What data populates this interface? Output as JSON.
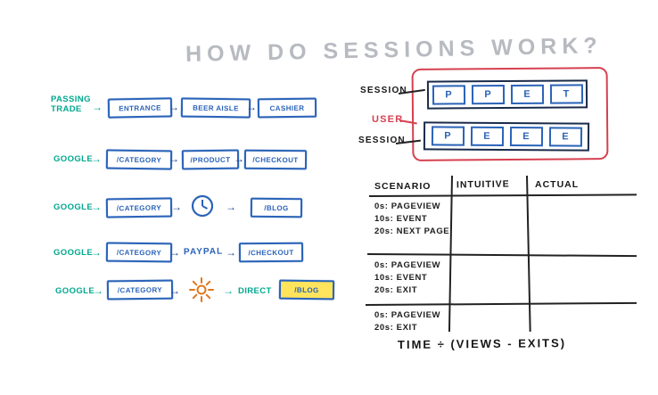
{
  "title": "HOW DO SESSIONS WORK?",
  "icons": {
    "arrow": "→",
    "clock": "clock-icon",
    "sun": "sun-icon"
  },
  "colors": {
    "teal": "#00A88F",
    "blue": "#2A63B8",
    "red": "#D6404F",
    "ink": "#1C1C1C",
    "title_gray": "#B7BAC0",
    "highlight": "#FFE45C",
    "orange": "#E2761B"
  },
  "flows": {
    "row1": {
      "source_line1": "PASSING",
      "source_line2": "TRADE",
      "box1": "ENTRANCE",
      "box2": "BEER AISLE",
      "box3": "CASHIER"
    },
    "row2": {
      "source": "GOOGLE",
      "box1": "/CATEGORY",
      "box2": "/PRODUCT",
      "box3": "/CHECKOUT"
    },
    "row3": {
      "source": "GOOGLE",
      "box1": "/CATEGORY",
      "box2": "/BLOG"
    },
    "row4": {
      "source": "GOOGLE",
      "box1": "/CATEGORY",
      "via": "PAYPAL",
      "box2": "/CHECKOUT"
    },
    "row5": {
      "source": "GOOGLE",
      "box1": "/CATEGORY",
      "via": "DIRECT",
      "box2": "/BLOG"
    }
  },
  "sessions_panel": {
    "top_label": "SESSION",
    "user_label": "USER",
    "bottom_label": "SESSION",
    "row1_letters": [
      "P",
      "P",
      "E",
      "T"
    ],
    "row2_letters": [
      "P",
      "E",
      "E",
      "E"
    ]
  },
  "table": {
    "headers": [
      "SCENARIO",
      "INTUITIVE",
      "ACTUAL"
    ],
    "rows": [
      [
        "0s: PAGEVIEW",
        "10s: EVENT",
        "20s: NEXT PAGE"
      ],
      [
        "0s: PAGEVIEW",
        "10s: EVENT",
        "20s: EXIT"
      ],
      [
        "0s: PAGEVIEW",
        "20s: EXIT"
      ]
    ]
  },
  "formula": "TIME ÷ (VIEWS - EXITS)"
}
